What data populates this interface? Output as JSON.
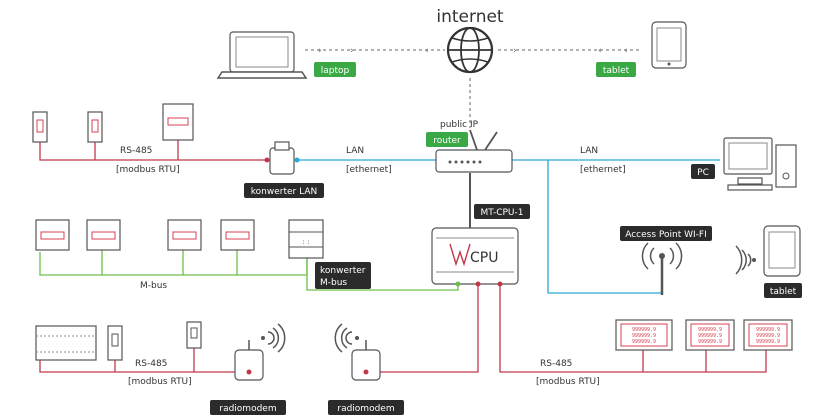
{
  "title": "internet",
  "tags": {
    "laptop": "laptop",
    "tablet_top": "tablet",
    "router": "router",
    "konwerter_lan": "konwerter LAN",
    "mt_cpu": "MT-CPU-1",
    "konwerter_mbus_1": "konwerter",
    "konwerter_mbus_2": "M-bus",
    "pc": "PC",
    "access_point": "Access Point WI-FI",
    "tablet_right": "tablet",
    "radiomodem_1": "radiomodem",
    "radiomodem_2": "radiomodem"
  },
  "labels": {
    "public_ip": "public IP",
    "cpu": "CPU",
    "rs485_left_1": "RS-485",
    "rs485_left_2": "[modbus RTU]",
    "lan_left_1": "LAN",
    "lan_left_2": "[ethernet]",
    "lan_right_1": "LAN",
    "lan_right_2": "[ethernet]",
    "mbus": "M-bus",
    "rs485_bl_1": "RS-485",
    "rs485_bl_2": "[modbus RTU]",
    "rs485_br_1": "RS-485",
    "rs485_br_2": "[modbus RTU]"
  },
  "meter_display": "999999.9",
  "colors": {
    "green_tag": "#3aa845",
    "dark_tag": "#2b2b2b",
    "rs485_line": "#c0394b",
    "lan_line": "#2aa8d8",
    "mbus_line": "#6cc04a",
    "device_stroke": "#555555",
    "meter_red": "#d94050"
  }
}
